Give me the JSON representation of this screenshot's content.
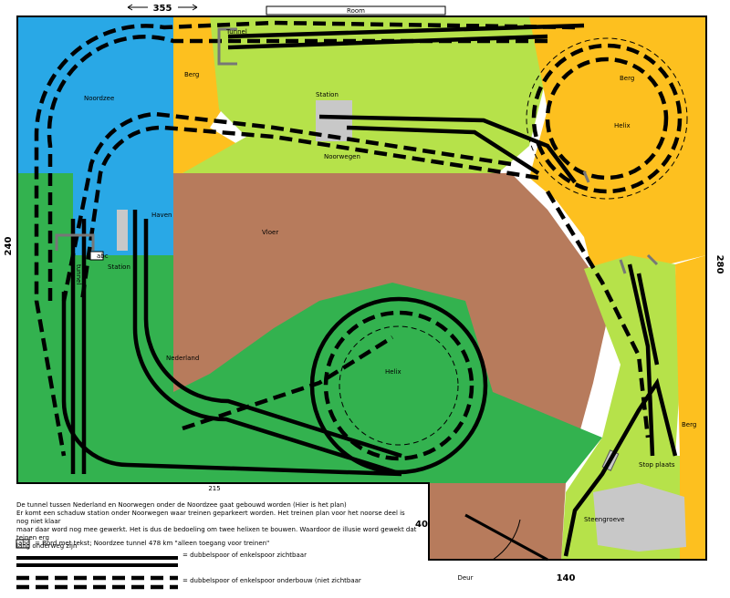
{
  "dimensions": {
    "top": "355",
    "left": "240",
    "right": "280",
    "bottom_left": "215",
    "notch": "40",
    "bottom_right": "140",
    "room": "Room",
    "door": "Deur"
  },
  "labels": {
    "tunnel": "Tunnel",
    "berg_left": "Berg",
    "berg_right": "Berg",
    "berg_bottom": "Berg",
    "noordzee": "Noordzee",
    "station_top": "Station",
    "noorwegen": "Noorwegen",
    "helix_top": "Helix",
    "haven": "Haven",
    "vloer": "Vloer",
    "station_left": "Station",
    "sign_abc": "abc",
    "tunnel_vertical": "tunnel",
    "nederland": "Nederland",
    "helix_bottom": "Helix",
    "stop_plaats": "Stop plaats",
    "steengroeve": "Steengroeve"
  },
  "notes": [
    "De tunnel tussen Nederland en Noorwegen onder de Noordzee gaat gebouwd worden (Hier is het plan)",
    "Er komt een schaduw station onder Noorwegen waar treinen geparkeert worden.  Het treinen plan voor het noorse deel is nog niet klaar",
    "maar daar word nog mee gewerkt.  Het is dus de bedoeling om twee helixen te bouwen.  Waardoor de illusie word gewekt dat teinen erg",
    "lang onderweg zijn"
  ],
  "legend": {
    "sign_text": "abc",
    "sign_desc": "= Bord met tekst; Noordzee tunnel 478 km \"alleen toegang voor treinen\"",
    "solid_desc": "= dubbelspoor of enkelspoor zichtbaar",
    "dashed_desc": "= dubbelspoor of enkelspoor onderbouw (niet zichtbaar"
  },
  "colors": {
    "sea": "#29a8e6",
    "mountain": "#fdc01f",
    "norway_grass": "#b6e24a",
    "netherlands_grass": "#33b24f",
    "floor": "#b77b5c",
    "station": "#c8c8c8",
    "quarry": "#c8c8c8",
    "track": "#000000"
  }
}
